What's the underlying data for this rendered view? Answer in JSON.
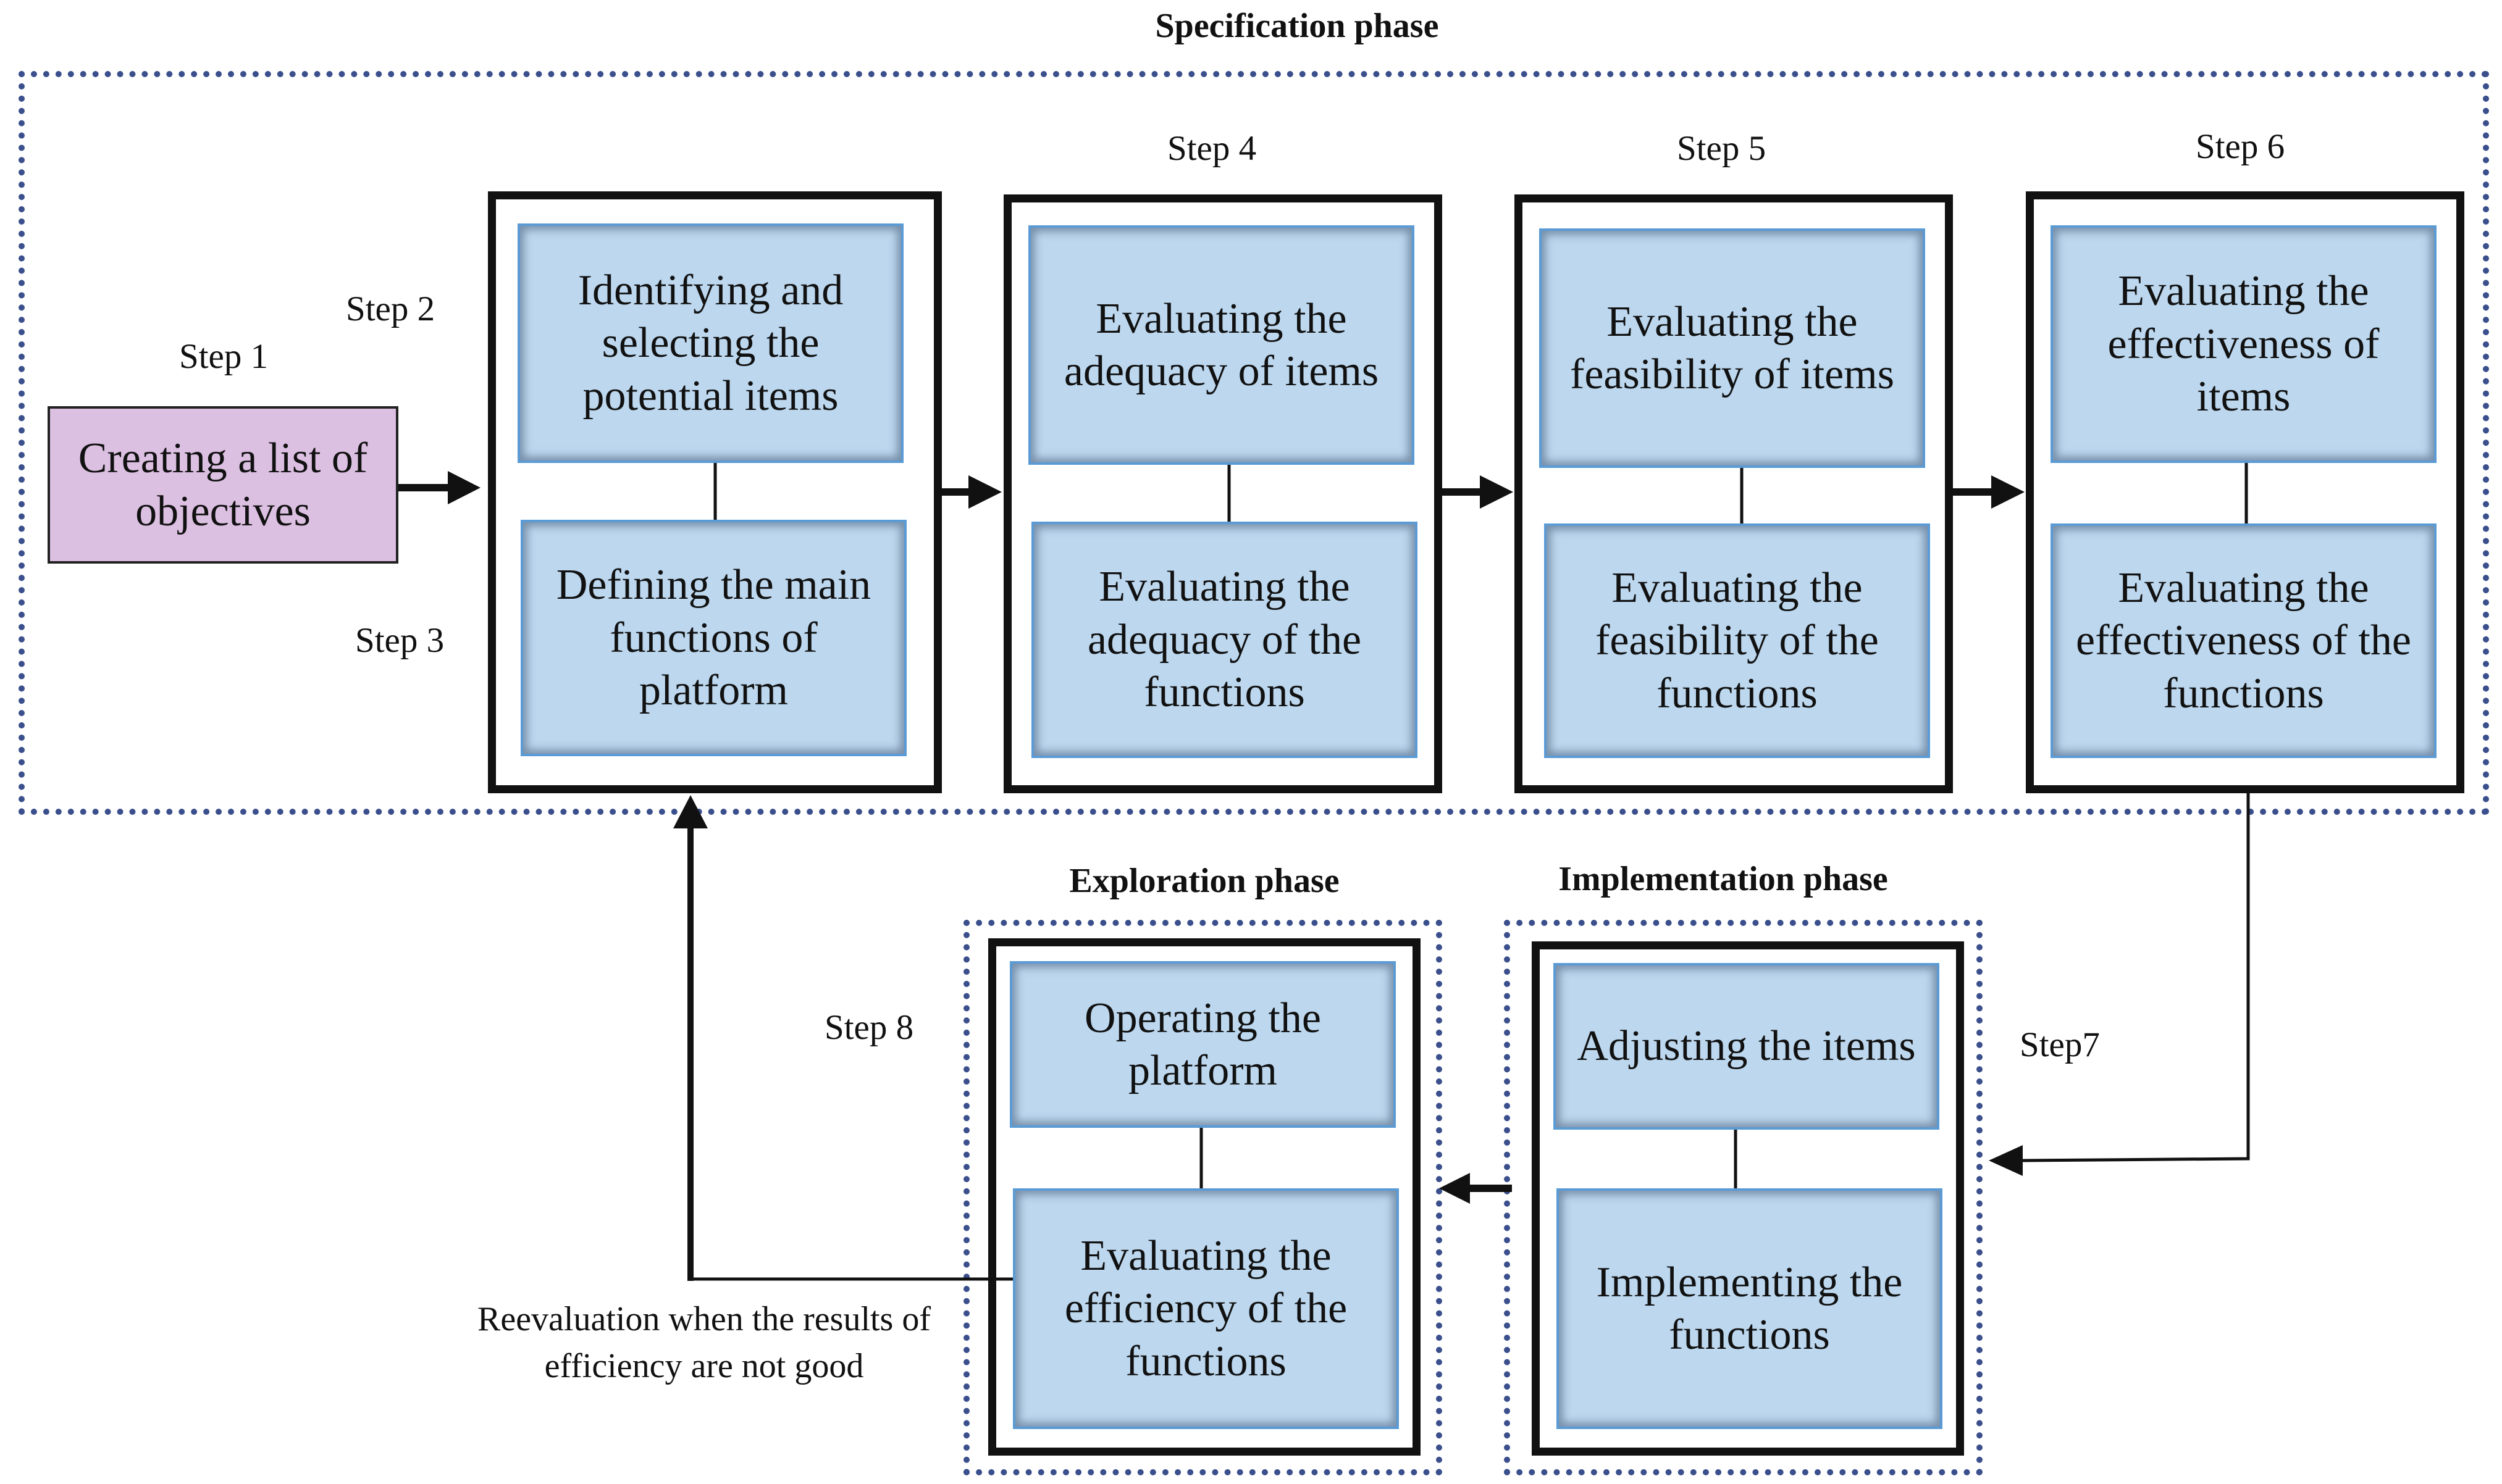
{
  "phases": {
    "specification": "Specification phase",
    "exploration": "Exploration phase",
    "implementation": "Implementation phase"
  },
  "steps": {
    "s1": "Step 1",
    "s2": "Step 2",
    "s3": "Step 3",
    "s4": "Step 4",
    "s5": "Step 5",
    "s6": "Step 6",
    "s7": "Step7",
    "s8": "Step 8"
  },
  "boxes": {
    "objectives": "Creating a list of objectives",
    "identify_items": "Identifying and selecting the potential items",
    "define_functions": "Defining the main functions of platform",
    "adequacy_items": "Evaluating the adequacy of items",
    "adequacy_functions": "Evaluating the adequacy of the functions",
    "feasibility_items": "Evaluating the feasibility of items",
    "feasibility_functions": "Evaluating the feasibility of the functions",
    "effectiveness_items": "Evaluating the effectiveness of items",
    "effectiveness_functions": "Evaluating the effectiveness of the functions",
    "adjust_items": "Adjusting the items",
    "implement_functions": "Implementing the functions",
    "operate_platform": "Operating the platform",
    "efficiency_functions": "Evaluating the efficiency of the functions"
  },
  "notes": {
    "reevaluation": "Reevaluation when the results of efficiency are not good"
  },
  "colors": {
    "box_fill": "#bcd7ee",
    "box_border": "#5b9bd5",
    "objectives_fill": "#dcc0e2",
    "dotted_border": "#3a4f8c"
  }
}
